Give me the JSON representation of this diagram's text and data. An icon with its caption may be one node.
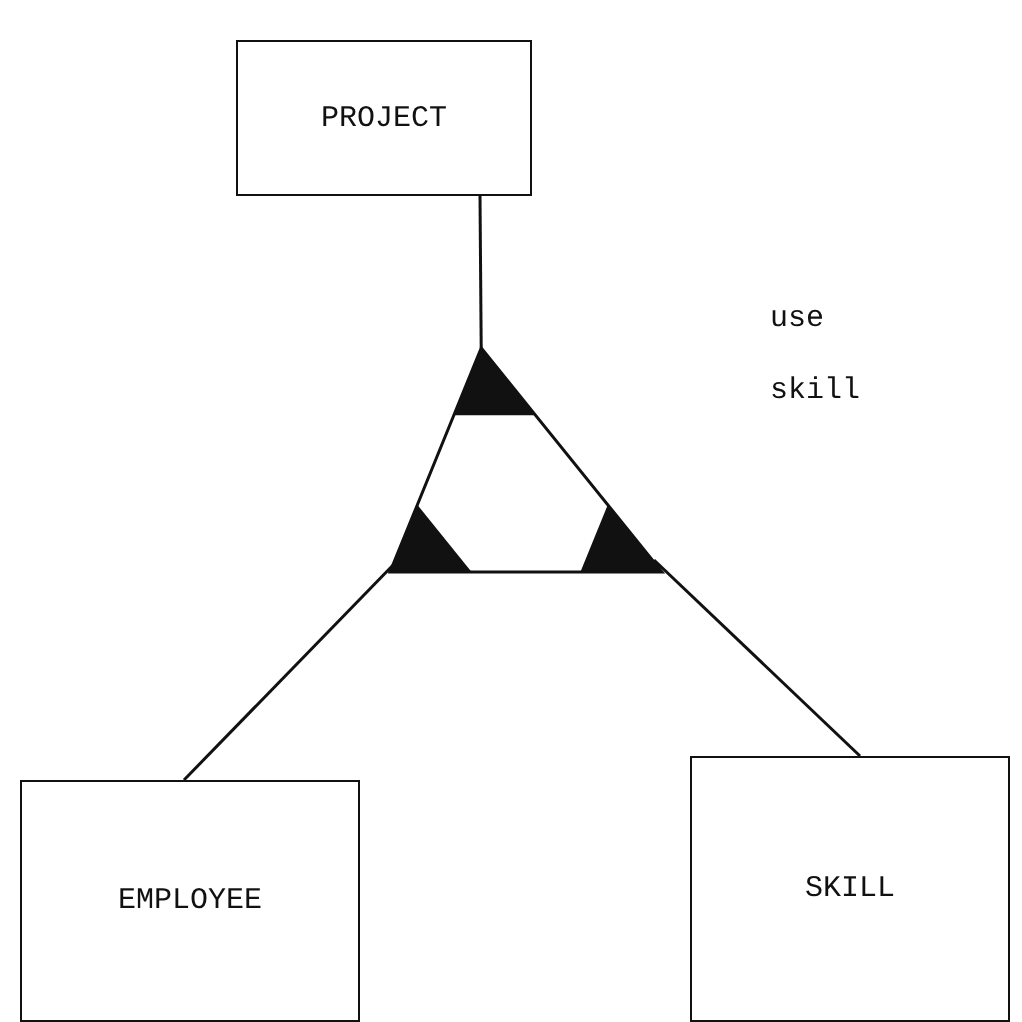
{
  "diagram": {
    "nodes": [
      {
        "text": [
          "PROJECT"
        ]
      },
      {
        "text": [
          "EMPLOYEE"
        ]
      },
      {
        "text": [
          "SKILL"
        ]
      },
      {
        "text": [],
        "shape": "triangle",
        "beside": [
          "use skill"
        ]
      }
    ],
    "edges": [
      {
        "from": 0,
        "to": 3,
        "arrow": "none"
      },
      {
        "from": 3,
        "to": 1,
        "arrow": "none"
      },
      {
        "from": 3,
        "to": 2,
        "arrow": "none"
      }
    ]
  }
}
